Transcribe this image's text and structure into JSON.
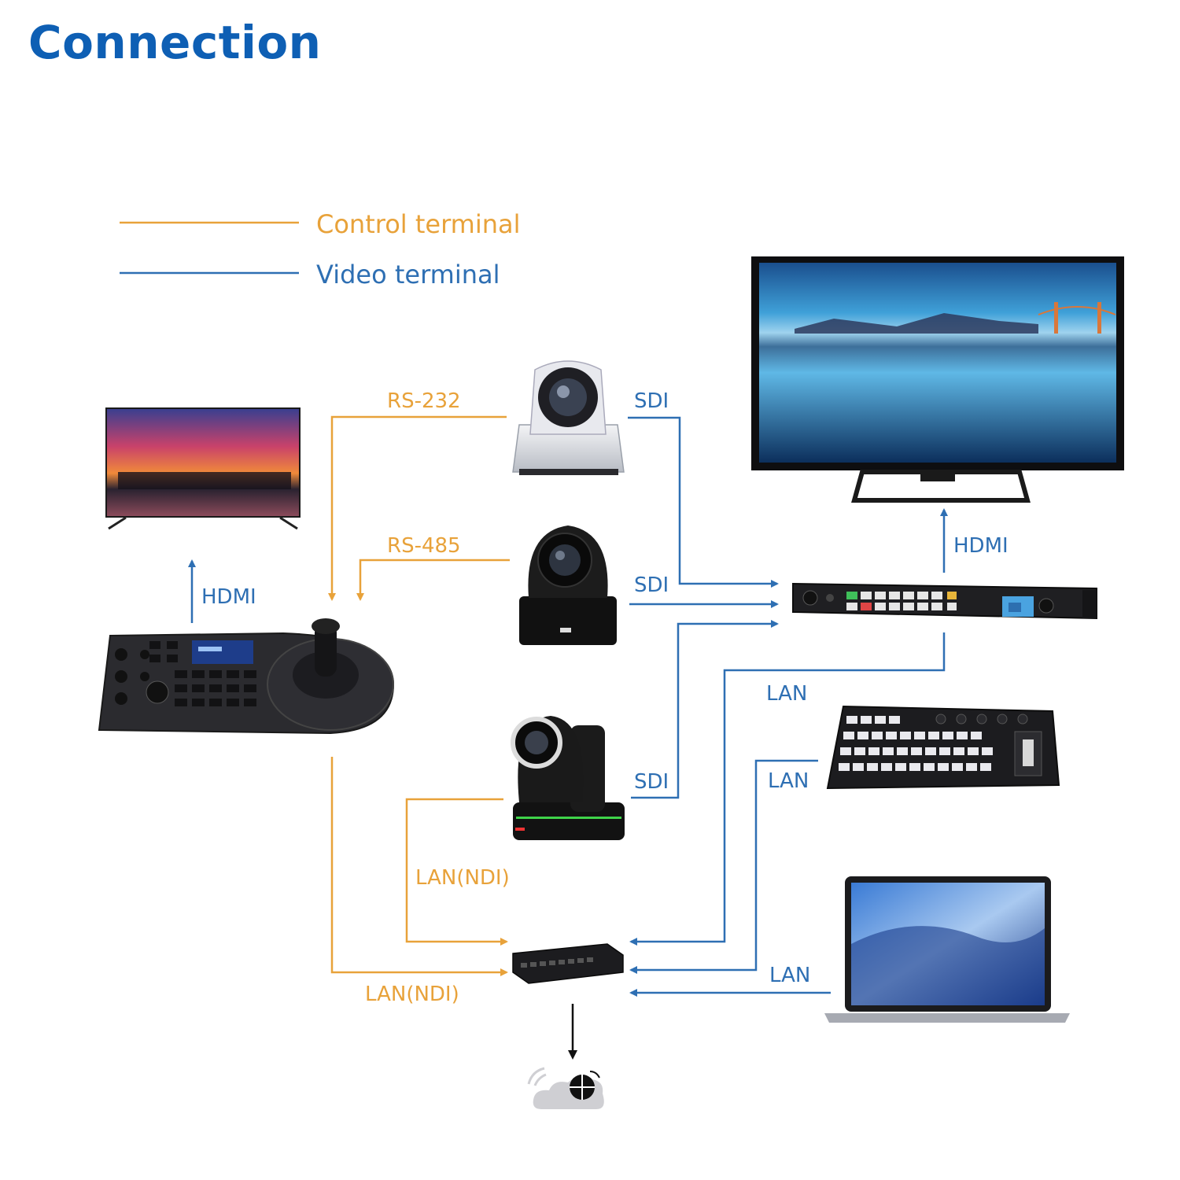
{
  "title": "Connection",
  "legend": {
    "control": "Control terminal",
    "video": "Video terminal"
  },
  "labels": {
    "rs232": "RS-232",
    "rs485": "RS-485",
    "sdi_1": "SDI",
    "sdi_2": "SDI",
    "sdi_3": "SDI",
    "hdmi_tv": "HDMI",
    "hdmi_monitor": "HDMI",
    "lan_1": "LAN",
    "lan_2": "LAN",
    "lan_3": "LAN",
    "lan_ndi_camera": "LAN(NDI)",
    "lan_ndi_controller": "LAN(NDI)"
  },
  "devices": [
    {
      "name": "small-tv",
      "icon": "tv-icon"
    },
    {
      "name": "large-monitor",
      "icon": "monitor-icon"
    },
    {
      "name": "ptz-controller",
      "icon": "joystick-controller-icon"
    },
    {
      "name": "ptz-camera-white",
      "icon": "camera-icon"
    },
    {
      "name": "ptz-camera-black",
      "icon": "camera-icon"
    },
    {
      "name": "ndi-camera",
      "icon": "camera-icon"
    },
    {
      "name": "video-switcher",
      "icon": "switcher-icon"
    },
    {
      "name": "control-panel",
      "icon": "control-panel-icon"
    },
    {
      "name": "laptop",
      "icon": "laptop-icon"
    },
    {
      "name": "network-switch",
      "icon": "network-switch-icon"
    },
    {
      "name": "cloud",
      "icon": "cloud-globe-icon"
    }
  ],
  "colors": {
    "title": "#0e5fb4",
    "control": "#e8a23a",
    "video": "#2e6fb3"
  }
}
